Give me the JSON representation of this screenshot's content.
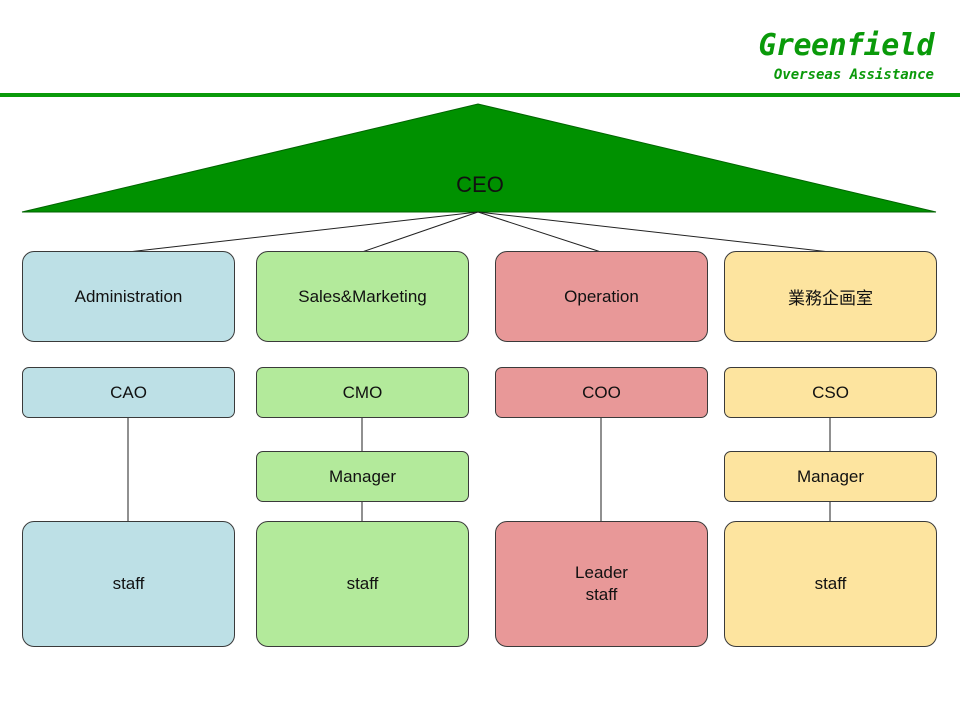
{
  "brand": {
    "name": "Greenfield",
    "subtitle": "Overseas Assistance"
  },
  "ceo": {
    "label": "CEO"
  },
  "columns": [
    {
      "department": "Administration",
      "officer": "CAO",
      "manager": "",
      "staff": [
        "staff"
      ],
      "color": "#bde0e6"
    },
    {
      "department": "Sales&Marketing",
      "officer": "CMO",
      "manager": "Manager",
      "staff": [
        "staff"
      ],
      "color": "#b3ea9b"
    },
    {
      "department": "Operation",
      "officer": "COO",
      "manager": "",
      "staff": [
        "Leader",
        "staff"
      ],
      "color": "#e89898"
    },
    {
      "department": "業務企画室",
      "officer": "CSO",
      "manager": "Manager",
      "staff": [
        "staff"
      ],
      "color": "#fde49f"
    }
  ],
  "colors": {
    "brand_green": "#0a9a0a",
    "ceo_fill": "#009100"
  }
}
